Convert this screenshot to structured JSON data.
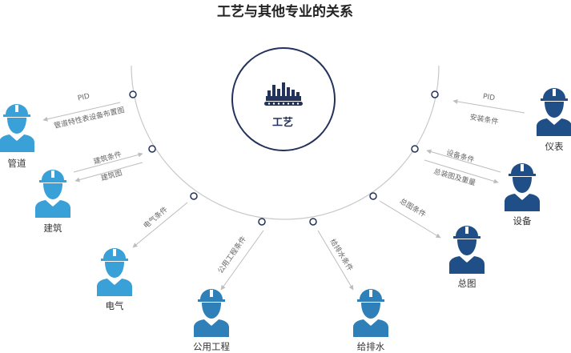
{
  "title": "工艺与其他专业的关系",
  "center": {
    "label": "工艺",
    "icon": "factory-icon"
  },
  "colors": {
    "light_blue": "#3aa0d8",
    "mid_blue": "#2f7fb8",
    "dark_blue": "#1f4f86",
    "navy": "#23325a",
    "arc": "#c8c8c8",
    "arrow": "#bdbdbd"
  },
  "disciplines": {
    "pipe": "管道",
    "building": "建筑",
    "electric": "电气",
    "utility": "公用工程",
    "water": "给排水",
    "layout": "总图",
    "equipment": "设备",
    "instrument": "仪表"
  },
  "edges": {
    "pipe_out": "PID",
    "pipe_in": "管道特性表设备布置图",
    "building_out": "建筑条件",
    "building_in": "建筑图",
    "electric": "电气条件",
    "utility": "公用工程条件",
    "water": "给排水条件",
    "layout": "总图条件",
    "equipment_in": "设备条件",
    "equipment_out": "总装图及重量",
    "instrument_out": "PID",
    "instrument_in": "安装条件"
  }
}
